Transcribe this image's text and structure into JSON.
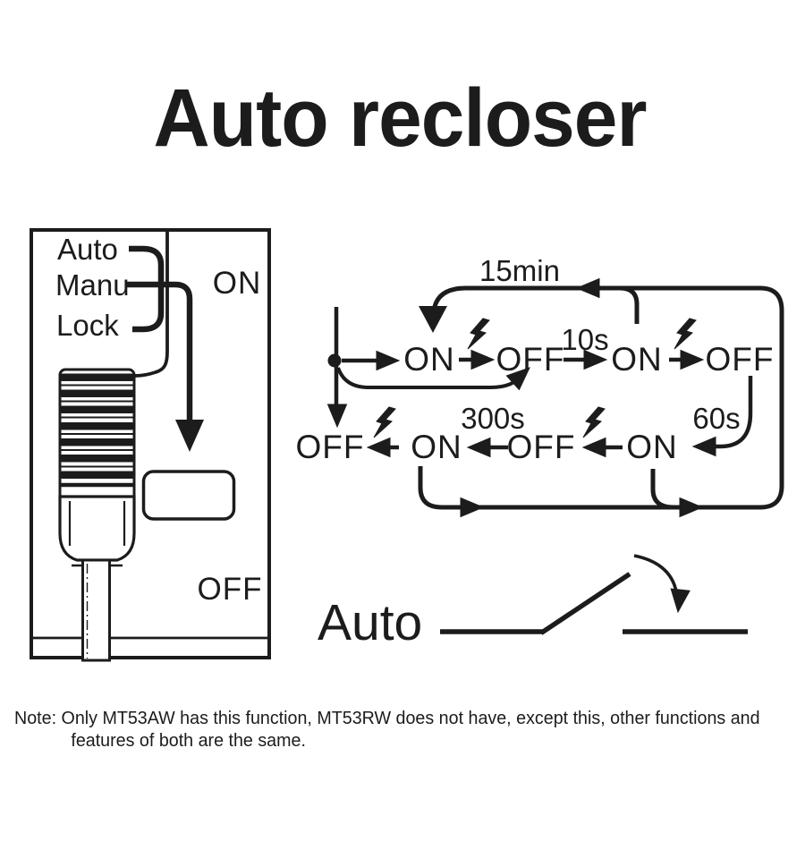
{
  "title": "Auto recloser",
  "panel": {
    "modes": {
      "auto": "Auto",
      "manu": "Manu",
      "lock": "Lock"
    },
    "on": "ON",
    "off": "OFF"
  },
  "diagram": {
    "row1": {
      "s1": "ON",
      "s2": "OFF",
      "s3": "ON",
      "s4": "OFF"
    },
    "row2": {
      "s1": "OFF",
      "s2": "ON",
      "s3": "OFF",
      "s4": "ON"
    },
    "times": {
      "loop": "15min",
      "reclose": "10s",
      "mid": "300s",
      "right": "60s"
    }
  },
  "switch": {
    "label": "Auto"
  },
  "note": {
    "line1": "Note: Only MT53AW has this function, MT53RW does not have, except this, other functions and",
    "line2": "features of both are the same."
  },
  "colors": {
    "ink": "#1c1c1c",
    "background": "#ffffff"
  }
}
